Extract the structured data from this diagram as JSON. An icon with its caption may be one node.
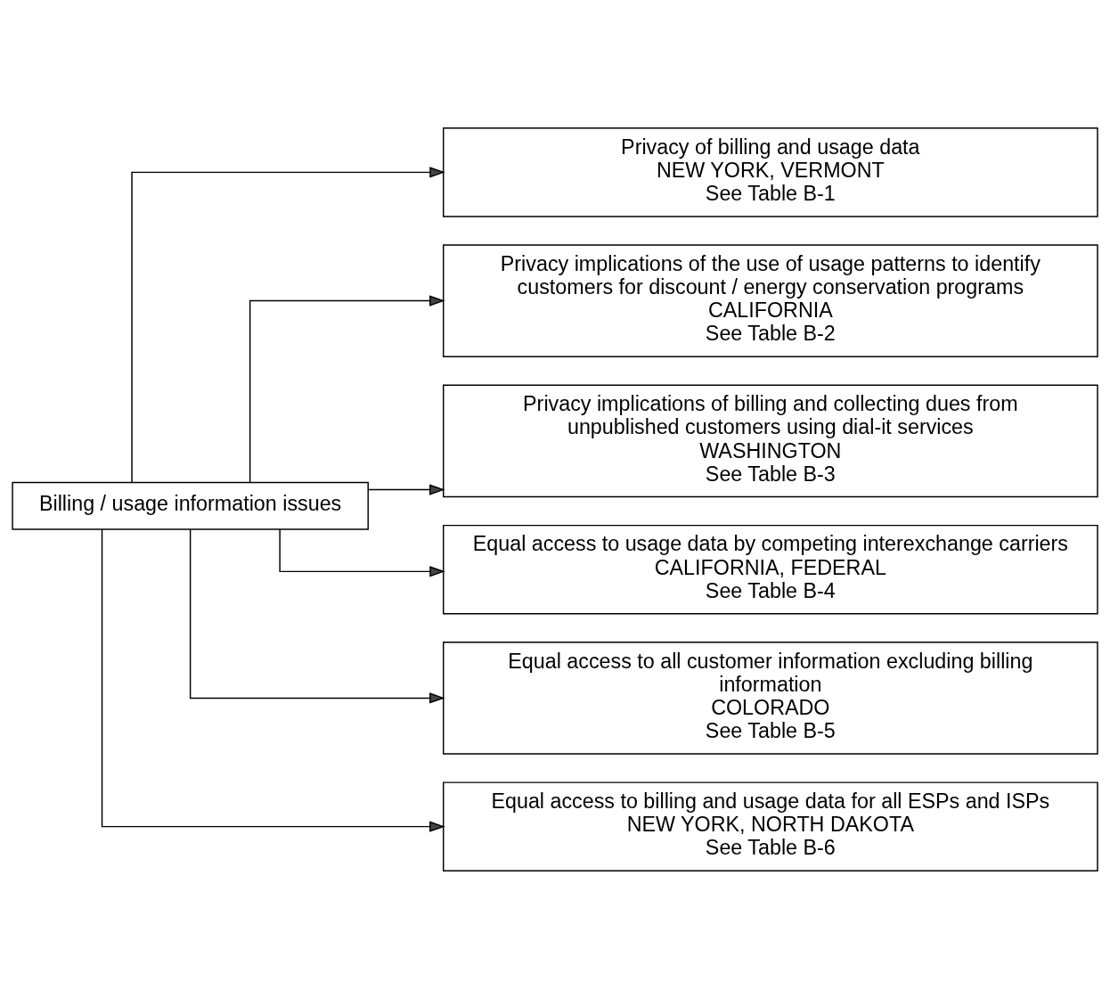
{
  "diagram": {
    "nodes": [
      {
        "text": [
          "Billing / usage information issues"
        ]
      },
      {
        "text": [
          "Privacy of billing and usage data",
          "NEW YORK, VERMONT",
          "See Table B-1"
        ]
      },
      {
        "text": [
          "Privacy implications of the use of usage patterns to identify customers for discount / energy conservation programs",
          "CALIFORNIA",
          "See Table B-2"
        ]
      },
      {
        "text": [
          "Privacy implications of billing and collecting dues from unpublished customers using dial-it services",
          "WASHINGTON",
          "See Table B-3"
        ]
      },
      {
        "text": [
          "Equal access to usage data by competing interexchange carriers",
          "CALIFORNIA, FEDERAL",
          "See Table B-4"
        ]
      },
      {
        "text": [
          "Equal access to all customer information excluding billing information",
          "COLORADO",
          "See Table B-5"
        ]
      },
      {
        "text": [
          "Equal access to billing and usage data for all ESPs and ISPs",
          "NEW YORK, NORTH DAKOTA",
          "See Table B-6"
        ]
      }
    ],
    "edges": [
      {
        "from": 0,
        "to": 1,
        "arrow": "to"
      },
      {
        "from": 0,
        "to": 2,
        "arrow": "to"
      },
      {
        "from": 0,
        "to": 3,
        "arrow": "to"
      },
      {
        "from": 0,
        "to": 4,
        "arrow": "to"
      },
      {
        "from": 0,
        "to": 5,
        "arrow": "to"
      },
      {
        "from": 0,
        "to": 6,
        "arrow": "to"
      }
    ]
  }
}
